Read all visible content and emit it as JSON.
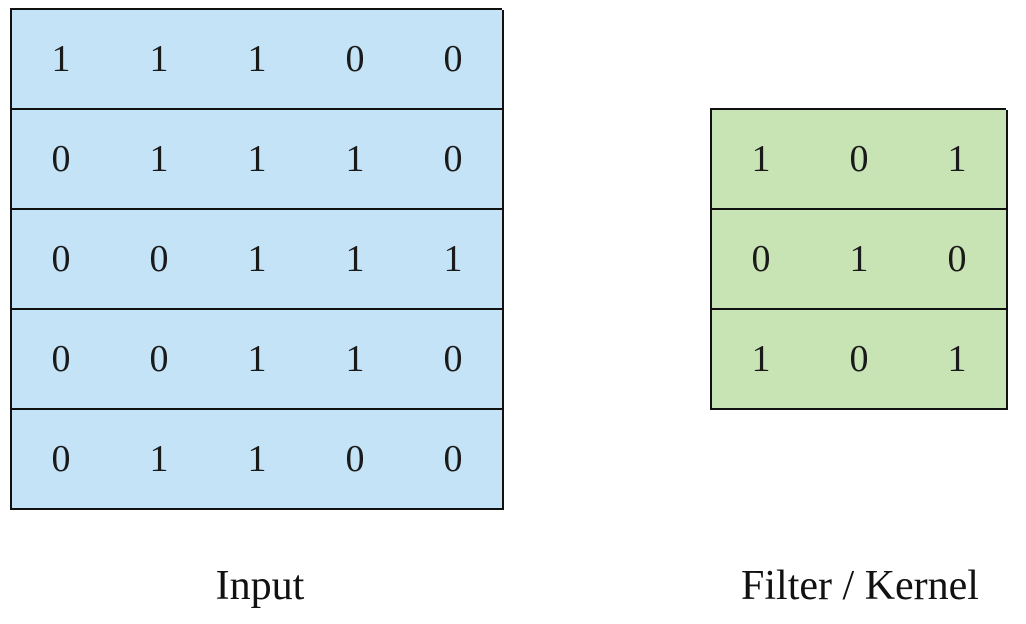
{
  "input": {
    "label": "Input",
    "color": "#c5e3f6",
    "matrix": [
      [
        "1",
        "1",
        "1",
        "0",
        "0"
      ],
      [
        "0",
        "1",
        "1",
        "1",
        "0"
      ],
      [
        "0",
        "0",
        "1",
        "1",
        "1"
      ],
      [
        "0",
        "0",
        "1",
        "1",
        "0"
      ],
      [
        "0",
        "1",
        "1",
        "0",
        "0"
      ]
    ]
  },
  "kernel": {
    "label": "Filter / Kernel",
    "color": "#c9e4b4",
    "matrix": [
      [
        "1",
        "0",
        "1"
      ],
      [
        "0",
        "1",
        "0"
      ],
      [
        "1",
        "0",
        "1"
      ]
    ]
  }
}
